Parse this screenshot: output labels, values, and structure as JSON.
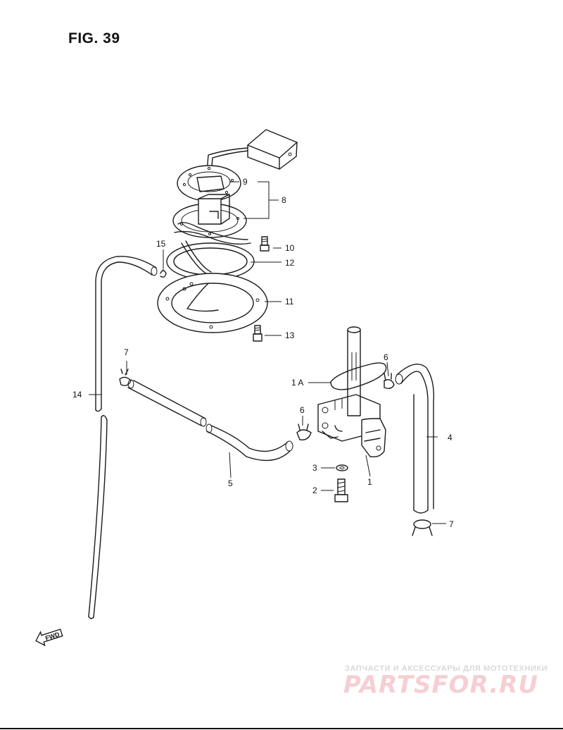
{
  "figure": {
    "title": "FIG. 39"
  },
  "callouts": [
    {
      "id": "9",
      "label": "9"
    },
    {
      "id": "8",
      "label": "8"
    },
    {
      "id": "15",
      "label": "15"
    },
    {
      "id": "10",
      "label": "10"
    },
    {
      "id": "12",
      "label": "12"
    },
    {
      "id": "11",
      "label": "11"
    },
    {
      "id": "13",
      "label": "13"
    },
    {
      "id": "7a",
      "label": "7"
    },
    {
      "id": "14",
      "label": "14"
    },
    {
      "id": "6a",
      "label": "6"
    },
    {
      "id": "1A",
      "label": "1 A"
    },
    {
      "id": "6b",
      "label": "6"
    },
    {
      "id": "4",
      "label": "4"
    },
    {
      "id": "3",
      "label": "3"
    },
    {
      "id": "2",
      "label": "2"
    },
    {
      "id": "1",
      "label": "1"
    },
    {
      "id": "5",
      "label": "5"
    },
    {
      "id": "7b",
      "label": "7"
    }
  ],
  "direction_indicator": {
    "label": "FWD",
    "icon": "fwd-arrow-icon"
  },
  "watermark": {
    "subtitle": "ЗАПЧАСТИ И АКСЕССУАРЫ ДЛЯ МОТОТЕХНИКИ",
    "brand": "PARTSFOR.RU",
    "brand_color": "#e8a0a8",
    "subtitle_color": "#cccccc"
  }
}
